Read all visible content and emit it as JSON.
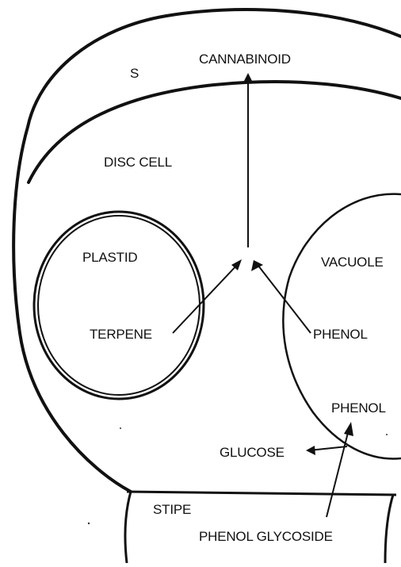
{
  "labels": {
    "s": "S",
    "cannabinoid": "CANNABINOID",
    "disc_cell": "DISC CELL",
    "plastid": "PLASTID",
    "vacuole": "VACUOLE",
    "terpene": "TERPENE",
    "phenol_cytoplasm": "PHENOL",
    "phenol_vacuole": "PHENOL",
    "glucose": "GLUCOSE",
    "stipe": "STIPE",
    "phenol_glycoside": "PHENOL GLYCOSIDE"
  },
  "colors": {
    "ink": "#111111",
    "background": "#ffffff"
  }
}
